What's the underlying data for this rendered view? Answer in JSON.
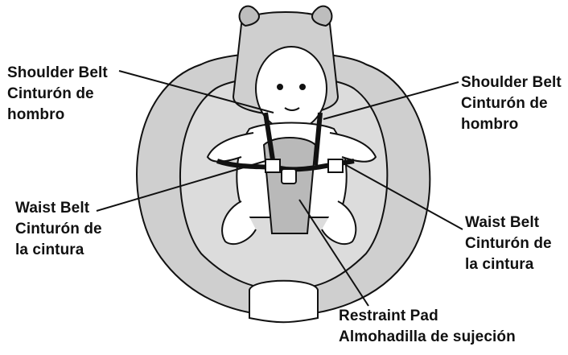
{
  "callouts": {
    "shoulder_belt_left": {
      "en": "Shoulder Belt",
      "es_line1": "Cinturón de",
      "es_line2": "hombro"
    },
    "shoulder_belt_right": {
      "en": "Shoulder Belt",
      "es_line1": "Cinturón de",
      "es_line2": "hombro"
    },
    "waist_belt_left": {
      "en": "Waist Belt",
      "es_line1": "Cinturón de",
      "es_line2": "la cintura"
    },
    "waist_belt_right": {
      "en": "Waist Belt",
      "es_line1": "Cinturón de",
      "es_line2": "la cintura"
    },
    "restraint_pad": {
      "en": "Restraint Pad",
      "es_line1": "Almohadilla de sujeción"
    }
  },
  "colors": {
    "line": "#111111",
    "seat_fill": "#cfcfcf",
    "pad_fill": "#b9b9b9",
    "background": "#ffffff"
  },
  "illustration": "infant seat with baby secured by shoulder and waist belts"
}
